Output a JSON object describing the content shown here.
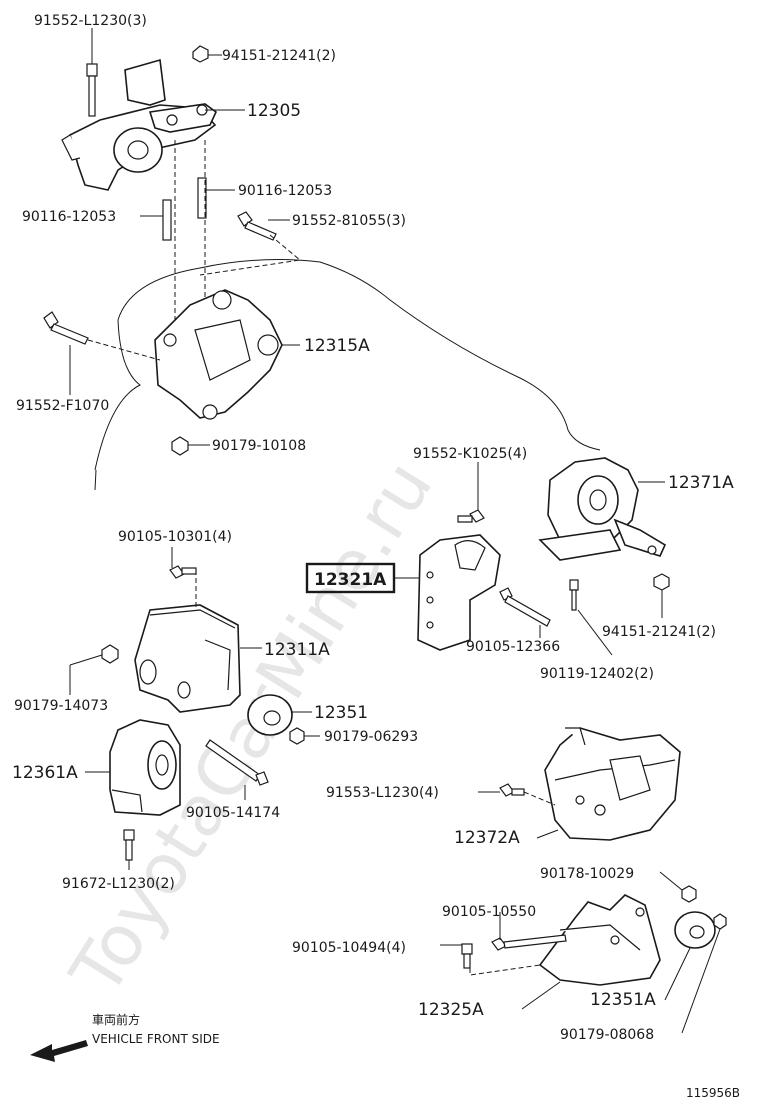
{
  "watermark": "ToyotaCarMine.ru",
  "labels": {
    "p1": "91552-L1230(3)",
    "p2": "94151-21241(2)",
    "p3": "12305",
    "p4": "90116-12053",
    "p5": "90116-12053",
    "p6": "91552-81055(3)",
    "p7": "12315A",
    "p8": "91552-F1070",
    "p9": "90179-10108",
    "p10": "91552-K1025(4)",
    "p11": "12371A",
    "p12": "90105-10301(4)",
    "p13": "12321A",
    "p14": "12311A",
    "p15": "90105-12366",
    "p16": "94151-21241(2)",
    "p17": "90119-12402(2)",
    "p18": "90179-14073",
    "p19": "12351",
    "p20": "90179-06293",
    "p21": "12361A",
    "p22": "90105-14174",
    "p23": "91553-L1230(4)",
    "p24": "12372A",
    "p25": "91672-L1230(2)",
    "p26": "90178-10029",
    "p27": "90105-10550",
    "p28": "90105-10494(4)",
    "p29": "12325A",
    "p30": "12351A",
    "p31": "90179-08068"
  },
  "direction": {
    "jp": "車両前方",
    "en": "VEHICLE FRONT SIDE"
  },
  "diagram_id": "115956B",
  "colors": {
    "ink": "#1a1a1a",
    "watermark": "#e6e6e6",
    "background": "#ffffff"
  }
}
